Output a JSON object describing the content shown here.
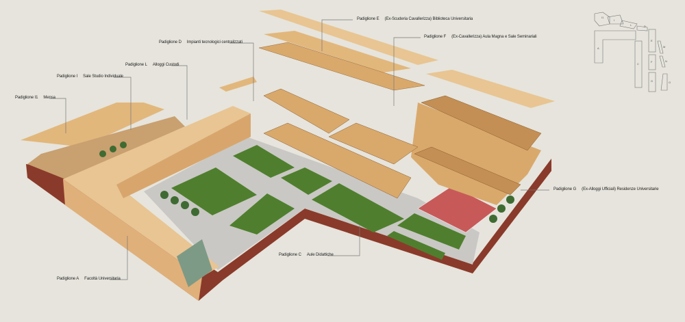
{
  "labels": {
    "E": {
      "code": "Padiglione E",
      "desc": "(Ex-Scuderia Cavallerizza) Biblioteca Universitaria"
    },
    "F": {
      "code": "Padiglione F",
      "desc": "(Ex-Cavallerizza) Aula Magna e Sale Seminariali"
    },
    "D": {
      "code": "Padiglione D",
      "desc": "Impianti tecnologici centralizzati"
    },
    "L": {
      "code": "Padiglione L",
      "desc": "Alloggi Custodi"
    },
    "I": {
      "code": "Padiglione I",
      "desc": "Sale Studio Individuale"
    },
    "I1": {
      "code": "Padiglione I1",
      "desc": "Mensa"
    },
    "G": {
      "code": "Padiglione G",
      "desc": "(Ex-Alloggi Ufficiali) Residenze Universitarie"
    },
    "C": {
      "code": "Padiglione C",
      "desc": "Aule Didattiche"
    },
    "A": {
      "code": "Padiglione A",
      "desc": "Facoltà Universitaria"
    }
  },
  "keymap": [
    "I1",
    "I",
    "L",
    "D",
    "A",
    "E",
    "C",
    "F",
    "G",
    "M",
    "N",
    "O"
  ],
  "colors": {
    "background": "#e6e4dc",
    "wood": "#e2b77c",
    "wood_dark": "#c38f55",
    "plinth": "#8a3a2a",
    "lawn": "#4f7f2e",
    "paving": "#c9c8c4",
    "court": "#c75a58"
  }
}
